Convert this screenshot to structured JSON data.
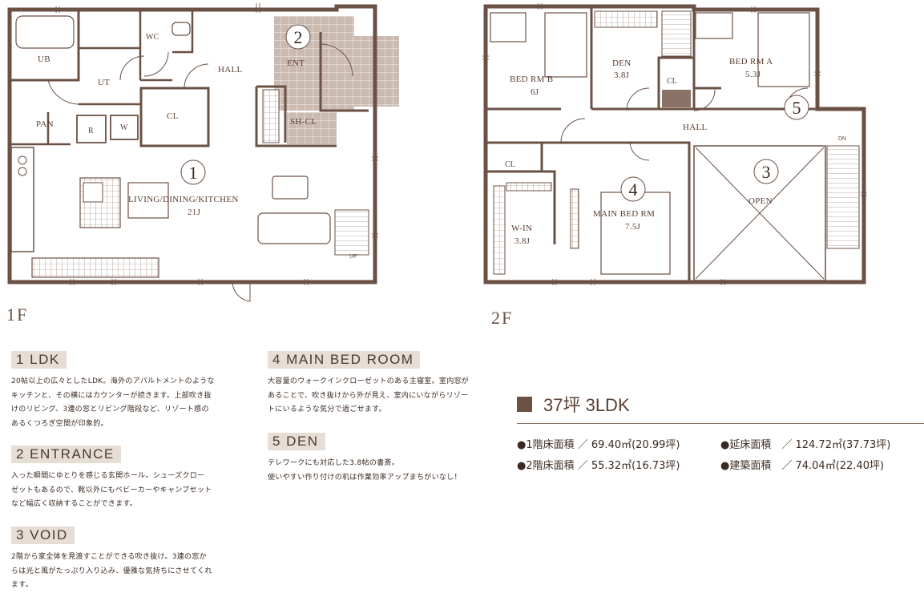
{
  "floors": {
    "first": {
      "label": "1F",
      "rooms": {
        "ub": "UB",
        "wc": "WC",
        "ut": "UT",
        "hall": "HALL",
        "ent": "ENT",
        "pan": "PAN",
        "r": "R",
        "w": "W",
        "cl": "CL",
        "shcl": "SH-CL",
        "ldk_name": "LIVING/DINING/KITCHEN",
        "ldk_size": "21J",
        "up": "UP"
      },
      "markers": [
        "1",
        "2"
      ]
    },
    "second": {
      "label": "2F",
      "rooms": {
        "bedb_name": "BED RM B",
        "bedb_size": "6J",
        "den_name": "DEN",
        "den_size": "3.8J",
        "beda_name": "BED RM A",
        "beda_size": "5.3J",
        "cl_top": "CL",
        "hall": "HALL",
        "cl_left": "CL",
        "win_name": "W-IN",
        "win_size": "3.8J",
        "main_name": "MAIN BED RM",
        "main_size": "7.5J",
        "open": "OPEN",
        "dn": "DN"
      },
      "markers": [
        "3",
        "4",
        "5"
      ]
    }
  },
  "sections": [
    {
      "heading": "1 LDK",
      "text": "20帖以上の広々としたLDK。海外のアパルトメントのような\nキッチンと、その横にはカウンターが続きます。上部吹き抜\nけのリビング、3連の窓とリビング階段など、リゾート感の\nあるくつろぎ空間が印象的。"
    },
    {
      "heading": "2 ENTRANCE",
      "text": "入った瞬間にゆとりを感じる玄関ホール。シューズクロー\nゼットもあるので、靴以外にもベビーカーやキャンプセット\nなど幅広く収納することができます。"
    },
    {
      "heading": "3 VOID",
      "text": "2階から家全体を見渡すことができる吹き抜け。3連の窓か\nらは光と風がたっぷり入り込み、優雅な気持ちにさせてくれ\nます。"
    },
    {
      "heading": "4 MAIN BED ROOM",
      "text": "大容量のウォークインクローゼットのある主寝室。室内窓が\nあることで、吹き抜けから外が見え、室内にいながらリゾー\nトにいるような気分で過ごせます。"
    },
    {
      "heading": "5 DEN",
      "text": "テレワークにも対応した3.8帖の書斎。\n使いやすい作り付けの机は作業効率アップまちがいなし！"
    }
  ],
  "summary": {
    "title": "37坪 3LDK",
    "stats": [
      "●1階床面積 ／ 69.40㎡(20.99坪)",
      "●延床面積　／ 124.72㎡(37.73坪)",
      "●2階床面積 ／ 55.32㎡(16.73坪)",
      "●建築面積　／ 74.04㎡(22.40坪)"
    ]
  },
  "colors": {
    "wall": "#6b5044",
    "tile": "#c9b8ae",
    "accent": "#e6ddd6"
  }
}
